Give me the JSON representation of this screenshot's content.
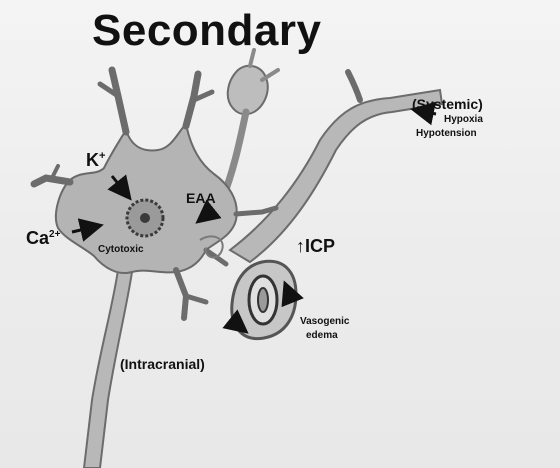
{
  "title": "Secondary",
  "labels": {
    "systemic": "(Systemic)",
    "hypoxia": "Hypoxia",
    "hypotension": "Hypotension",
    "potassium": "K",
    "potassium_sup": "+",
    "calcium": "Ca",
    "calcium_sup": "2+",
    "cytotoxic": "Cytotoxic",
    "eaa": "EAA",
    "icp": "↑ICP",
    "vasogenic": "Vasogenic",
    "edema": "edema",
    "intracranial": "(Intracranial)"
  },
  "colors": {
    "cell_fill": "#b6b6b6",
    "cell_stroke": "#6e6e6e",
    "background": "#f2f2f2",
    "text": "#111111"
  }
}
